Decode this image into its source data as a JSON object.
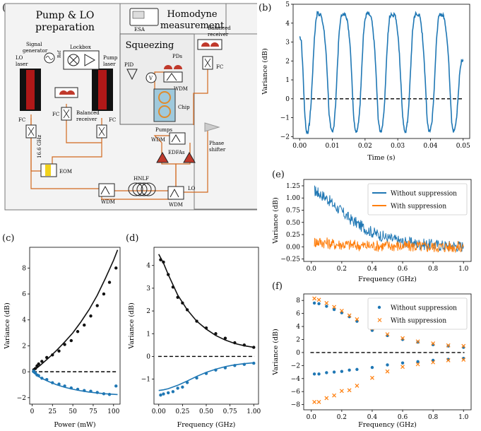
{
  "panels": {
    "a": "(a)",
    "b": "(b)",
    "c": "(c)",
    "d": "(d)",
    "e": "(e)",
    "f": "(f)"
  },
  "setup": {
    "pump_lo_title": "Pump & LO",
    "pump_lo_title2": "preparation",
    "homodyne_title": "Homodyne",
    "homodyne_title2": "measurement",
    "squeezing_title": "Squeezing",
    "labels": {
      "signal_generator": "Signal",
      "signal_generator2": "generator",
      "lockbox": "Lockbox",
      "ref": "Ref",
      "lo_laser": "LO",
      "lo_laser2": "laser",
      "pump_laser": "Pump",
      "pump_laser2": "laser",
      "fc_left": "FC",
      "fc_mid": "FC",
      "fc_right": "FC",
      "fc_top": "FC",
      "balanced_receiver": "Balanced",
      "balanced_receiver2": "receiver",
      "balanced_receiver_top": "Balanced",
      "balanced_receiver_top2": "receiver",
      "freq": "16.6 GHz",
      "eom": "EOM",
      "esa": "ESA",
      "pid": "PID",
      "v": "V",
      "pds": "PDs",
      "wdm_sq": "WDM",
      "chip": "Chip",
      "pumps": "Pumps",
      "wdm_pumps": "WDM",
      "edfas": "EDFAs",
      "hnlf": "HNLF",
      "wdm_bottom_left": "WDM",
      "wdm_bottom_right": "WDM",
      "lo": "LO",
      "phase_shifter": "Phase",
      "phase_shifter2": "shifter"
    }
  },
  "chart_data": [
    {
      "id": "b",
      "type": "line",
      "xlabel": "Time (s)",
      "ylabel": "Variance (dB)",
      "xlim": [
        -0.002,
        0.052
      ],
      "ylim": [
        -2.1,
        5.0
      ],
      "xticks": [
        0.0,
        0.01,
        0.02,
        0.03,
        0.04,
        0.05
      ],
      "xtick_labels": [
        "0.00",
        "0.01",
        "0.02",
        "0.03",
        "0.04",
        "0.05"
      ],
      "yticks": [
        -2,
        -1,
        0,
        1,
        2,
        3,
        4,
        5
      ],
      "ytick_labels": [
        "−2",
        "−1",
        "0",
        "1",
        "2",
        "3",
        "4",
        "5"
      ],
      "baseline": 0,
      "series": [
        {
          "color": "#1f77b4",
          "x": [
            0.0,
            0.0005,
            0.001,
            0.0015,
            0.002,
            0.0025,
            0.003,
            0.0035,
            0.004,
            0.0045,
            0.005,
            0.0055,
            0.006,
            0.0065,
            0.007,
            0.0075,
            0.008,
            0.0085,
            0.009,
            0.0095,
            0.01,
            0.0105,
            0.011,
            0.0115,
            0.012,
            0.0125,
            0.013,
            0.0135,
            0.014,
            0.0145,
            0.015,
            0.0155,
            0.016,
            0.0165,
            0.017,
            0.0175,
            0.018,
            0.0185,
            0.019,
            0.0195,
            0.02,
            0.0205,
            0.021,
            0.0215,
            0.022,
            0.0225,
            0.023,
            0.0235,
            0.024,
            0.0245,
            0.025,
            0.0255,
            0.026,
            0.0265,
            0.027,
            0.0275,
            0.028,
            0.0285,
            0.029,
            0.0295,
            0.03,
            0.0305,
            0.031,
            0.0315,
            0.032,
            0.0325,
            0.033,
            0.0335,
            0.034,
            0.0345,
            0.035,
            0.0355,
            0.036,
            0.0365,
            0.037,
            0.0375,
            0.038,
            0.0385,
            0.039,
            0.0395,
            0.04,
            0.0405,
            0.041,
            0.0415,
            0.042,
            0.0425,
            0.043,
            0.0435,
            0.044,
            0.0445,
            0.045,
            0.0455,
            0.046,
            0.0465,
            0.047,
            0.0475,
            0.048,
            0.0485,
            0.049,
            0.0495,
            0.05
          ],
          "y": [
            3.3,
            3.1,
            1.5,
            -0.6,
            -1.7,
            -1.8,
            -1.3,
            -0.2,
            1.5,
            3.2,
            4.2,
            4.6,
            4.4,
            4.5,
            4.1,
            3.5,
            2.6,
            1.1,
            -0.8,
            -1.6,
            -1.75,
            -1.4,
            -0.3,
            1.6,
            3.3,
            4.2,
            4.5,
            4.4,
            4.5,
            4.2,
            3.6,
            2.7,
            0.9,
            -0.9,
            -1.65,
            -1.75,
            -1.3,
            -0.2,
            1.7,
            3.4,
            4.2,
            4.5,
            4.5,
            4.4,
            4.2,
            3.5,
            2.5,
            0.8,
            -1.0,
            -1.7,
            -1.7,
            -1.2,
            -0.1,
            1.8,
            3.4,
            4.3,
            4.5,
            4.4,
            4.5,
            4.2,
            3.5,
            2.4,
            0.7,
            -1.0,
            -1.7,
            -1.7,
            -1.2,
            0.0,
            1.8,
            3.5,
            4.3,
            4.5,
            4.4,
            4.5,
            4.1,
            3.4,
            2.3,
            0.6,
            -1.1,
            -1.7,
            -1.65,
            -1.1,
            0.1,
            1.9,
            3.5,
            4.3,
            4.5,
            4.4,
            4.4,
            4.0,
            3.3,
            2.2,
            0.5,
            -1.2,
            -1.75,
            -1.6,
            -1.0,
            0.2,
            1.5,
            2.0,
            2.0
          ]
        }
      ]
    },
    {
      "id": "c",
      "type": "scatter",
      "xlabel": "Power (mW)",
      "ylabel": "Variance (dB)",
      "xlim": [
        -3,
        108
      ],
      "ylim": [
        -2.5,
        9.6
      ],
      "xticks": [
        0,
        25,
        50,
        75,
        100
      ],
      "xtick_labels": [
        "0",
        "25",
        "50",
        "75",
        "100"
      ],
      "yticks": [
        -2,
        0,
        2,
        4,
        6,
        8
      ],
      "ytick_labels": [
        "−2",
        "0",
        "2",
        "4",
        "6",
        "8"
      ],
      "baseline": 0,
      "series": [
        {
          "color": "#111111",
          "x": [
            2,
            4,
            6,
            8,
            12,
            18,
            25,
            33,
            40,
            48,
            56,
            64,
            72,
            80,
            88,
            95,
            103
          ],
          "y": [
            0.15,
            0.25,
            0.45,
            0.6,
            0.8,
            1.1,
            1.3,
            1.6,
            2.1,
            2.4,
            3.1,
            3.6,
            4.3,
            5.1,
            6.0,
            6.9,
            8.0
          ]
        },
        {
          "color": "#1f77b4",
          "x": [
            2,
            4,
            6,
            8,
            12,
            18,
            25,
            33,
            40,
            48,
            56,
            64,
            72,
            80,
            88,
            95,
            103
          ],
          "y": [
            0.05,
            -0.1,
            -0.25,
            -0.3,
            -0.5,
            -0.6,
            -0.85,
            -0.95,
            -1.1,
            -1.25,
            -1.35,
            -1.45,
            -1.5,
            -1.6,
            -1.7,
            -1.75,
            -1.1
          ]
        }
      ],
      "fits": [
        {
          "color": "#111111",
          "x": [
            0,
            10,
            20,
            30,
            40,
            50,
            60,
            70,
            80,
            90,
            100,
            105
          ],
          "y": [
            0,
            0.5,
            1.05,
            1.65,
            2.3,
            3.0,
            3.85,
            4.8,
            5.9,
            7.2,
            8.6,
            9.4
          ]
        },
        {
          "color": "#1f77b4",
          "x": [
            0,
            10,
            20,
            30,
            40,
            50,
            60,
            70,
            80,
            90,
            100,
            105
          ],
          "y": [
            0,
            -0.45,
            -0.75,
            -1.0,
            -1.2,
            -1.35,
            -1.47,
            -1.57,
            -1.64,
            -1.7,
            -1.74,
            -1.76
          ]
        }
      ]
    },
    {
      "id": "d",
      "type": "scatter",
      "xlabel": "Frequency (GHz)",
      "ylabel": "Variance (dB)",
      "xlim": [
        -0.05,
        1.05
      ],
      "ylim": [
        -2.1,
        4.8
      ],
      "xticks": [
        0.0,
        0.25,
        0.5,
        0.75,
        1.0
      ],
      "xtick_labels": [
        "0.00",
        "0.25",
        "0.50",
        "0.75",
        "1.00"
      ],
      "yticks": [
        -1,
        0,
        1,
        2,
        3,
        4
      ],
      "ytick_labels": [
        "−1",
        "0",
        "1",
        "2",
        "3",
        "4"
      ],
      "baseline": 0,
      "series": [
        {
          "color": "#111111",
          "x": [
            0.02,
            0.05,
            0.1,
            0.15,
            0.2,
            0.25,
            0.3,
            0.4,
            0.5,
            0.6,
            0.7,
            0.8,
            0.9,
            1.0
          ],
          "y": [
            4.25,
            4.15,
            3.6,
            3.05,
            2.6,
            2.35,
            2.05,
            1.55,
            1.25,
            1.0,
            0.8,
            0.6,
            0.5,
            0.4
          ]
        },
        {
          "color": "#1f77b4",
          "x": [
            0.02,
            0.05,
            0.1,
            0.15,
            0.2,
            0.25,
            0.3,
            0.4,
            0.5,
            0.6,
            0.7,
            0.8,
            0.9,
            1.0
          ],
          "y": [
            -1.7,
            -1.65,
            -1.6,
            -1.55,
            -1.4,
            -1.35,
            -1.15,
            -0.95,
            -0.75,
            -0.6,
            -0.5,
            -0.4,
            -0.35,
            -0.3
          ]
        }
      ],
      "fits": [
        {
          "color": "#111111",
          "x": [
            0,
            0.05,
            0.1,
            0.2,
            0.3,
            0.4,
            0.5,
            0.6,
            0.7,
            0.8,
            0.9,
            1.0
          ],
          "y": [
            4.5,
            4.1,
            3.6,
            2.7,
            2.05,
            1.55,
            1.2,
            0.92,
            0.72,
            0.57,
            0.47,
            0.4
          ]
        },
        {
          "color": "#1f77b4",
          "x": [
            0,
            0.05,
            0.1,
            0.2,
            0.3,
            0.4,
            0.5,
            0.6,
            0.7,
            0.8,
            0.9,
            1.0
          ],
          "y": [
            -1.5,
            -1.47,
            -1.42,
            -1.27,
            -1.08,
            -0.88,
            -0.7,
            -0.56,
            -0.45,
            -0.37,
            -0.32,
            -0.28
          ]
        }
      ]
    },
    {
      "id": "e",
      "type": "line",
      "xlabel": "Frequency (GHz)",
      "ylabel": "Variance (dB)",
      "xlim": [
        -0.05,
        1.05
      ],
      "ylim": [
        -0.3,
        1.38
      ],
      "xticks": [
        0.0,
        0.2,
        0.4,
        0.6,
        0.8,
        1.0
      ],
      "xtick_labels": [
        "0.0",
        "0.2",
        "0.4",
        "0.6",
        "0.8",
        "1.0"
      ],
      "yticks": [
        -0.25,
        0.0,
        0.25,
        0.5,
        0.75,
        1.0,
        1.25
      ],
      "ytick_labels": [
        "−0.25",
        "0.00",
        "0.25",
        "0.50",
        "0.75",
        "1.00",
        "1.25"
      ],
      "legend": "top-right",
      "series": [
        {
          "name": "Without suppression",
          "color": "#1f77b4",
          "x": [
            0.02,
            0.05,
            0.1,
            0.15,
            0.2,
            0.25,
            0.3,
            0.35,
            0.4,
            0.45,
            0.5,
            0.55,
            0.6,
            0.65,
            0.7,
            0.75,
            0.8,
            0.85,
            0.9,
            0.95,
            1.0
          ],
          "y": [
            1.15,
            1.1,
            1.0,
            0.85,
            0.72,
            0.58,
            0.48,
            0.38,
            0.3,
            0.24,
            0.18,
            0.14,
            0.1,
            0.08,
            0.06,
            0.05,
            0.04,
            0.03,
            0.02,
            0.02,
            0.01
          ],
          "noise": 0.12
        },
        {
          "name": "With suppression",
          "color": "#ff7f0e",
          "x": [
            0.02,
            0.05,
            0.1,
            0.15,
            0.2,
            0.25,
            0.3,
            0.35,
            0.4,
            0.45,
            0.5,
            0.55,
            0.6,
            0.65,
            0.7,
            0.75,
            0.8,
            0.85,
            0.9,
            0.95,
            1.0
          ],
          "y": [
            0.1,
            0.1,
            0.08,
            0.05,
            0.05,
            0.04,
            0.03,
            0.02,
            0.02,
            0.02,
            0.02,
            0.02,
            0.01,
            0.01,
            0.01,
            0.0,
            0.0,
            0.0,
            0.0,
            0.0,
            0.0
          ],
          "noise": 0.12
        }
      ]
    },
    {
      "id": "f",
      "type": "scatter",
      "xlabel": "Frequency (GHz)",
      "ylabel": "Variance (dB)",
      "xlim": [
        -0.05,
        1.05
      ],
      "ylim": [
        -8.8,
        9.0
      ],
      "xticks": [
        0.0,
        0.2,
        0.4,
        0.6,
        0.8,
        1.0
      ],
      "xtick_labels": [
        "0.0",
        "0.2",
        "0.4",
        "0.6",
        "0.8",
        "1.0"
      ],
      "yticks": [
        -8,
        -6,
        -4,
        -2,
        0,
        2,
        4,
        6,
        8
      ],
      "ytick_labels": [
        "−8",
        "−6",
        "−4",
        "−2",
        "0",
        "2",
        "4",
        "6",
        "8"
      ],
      "baseline": 0,
      "legend": "top-right",
      "series": [
        {
          "name": "Without suppression",
          "color": "#1f77b4",
          "marker": "dot",
          "x": [
            0.02,
            0.05,
            0.1,
            0.15,
            0.2,
            0.25,
            0.3,
            0.4,
            0.5,
            0.6,
            0.7,
            0.8,
            0.9,
            1.0
          ],
          "y": [
            7.6,
            7.5,
            7.1,
            6.6,
            6.1,
            5.5,
            4.8,
            3.4,
            2.6,
            2.0,
            1.6,
            1.2,
            1.0,
            0.8
          ]
        },
        {
          "name": "",
          "color": "#1f77b4",
          "marker": "dot",
          "x": [
            0.02,
            0.05,
            0.1,
            0.15,
            0.2,
            0.25,
            0.3,
            0.4,
            0.5,
            0.6,
            0.7,
            0.8,
            0.9,
            1.0
          ],
          "y": [
            -3.3,
            -3.3,
            -3.1,
            -3.0,
            -2.9,
            -2.7,
            -2.6,
            -2.3,
            -1.9,
            -1.6,
            -1.4,
            -1.2,
            -1.05,
            -0.9
          ]
        },
        {
          "name": "With suppression",
          "color": "#ff7f0e",
          "marker": "x",
          "x": [
            0.02,
            0.05,
            0.1,
            0.15,
            0.2,
            0.25,
            0.3,
            0.4,
            0.5,
            0.6,
            0.7,
            0.8,
            0.9,
            1.0
          ],
          "y": [
            8.3,
            8.1,
            7.6,
            7.0,
            6.4,
            5.7,
            5.1,
            3.7,
            2.8,
            2.2,
            1.7,
            1.4,
            1.1,
            1.0
          ]
        },
        {
          "name": "",
          "color": "#ff7f0e",
          "marker": "x",
          "x": [
            0.02,
            0.05,
            0.1,
            0.15,
            0.2,
            0.25,
            0.3,
            0.4,
            0.5,
            0.6,
            0.7,
            0.8,
            0.9,
            1.0
          ],
          "y": [
            -7.6,
            -7.6,
            -7.0,
            -6.6,
            -5.9,
            -5.8,
            -5.1,
            -3.9,
            -2.9,
            -2.2,
            -1.8,
            -1.5,
            -1.2,
            -1.1
          ]
        }
      ]
    }
  ]
}
